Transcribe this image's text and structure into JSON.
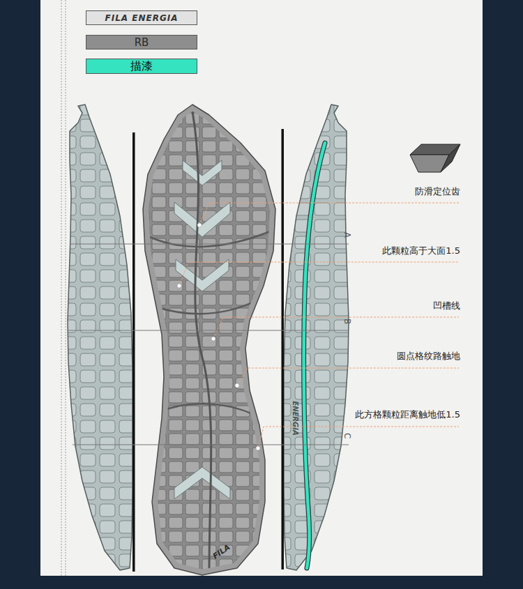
{
  "diagram": {
    "labels": [
      "防滑定位齿",
      "此颗粒高于大面1.5",
      "凹槽线",
      "圆点格纹路触地",
      "此方格颗粒距离触地低1.5",
      "A",
      "B",
      "C",
      "FILA",
      "ENERGIA"
    ],
    "legend": [
      {
        "text": "FILA ENERGIA",
        "color": "#e2e2e2"
      },
      {
        "text": "RB",
        "color": "#8e8e8e"
      },
      {
        "text": "描漆",
        "color": "#35e3c0"
      }
    ]
  }
}
